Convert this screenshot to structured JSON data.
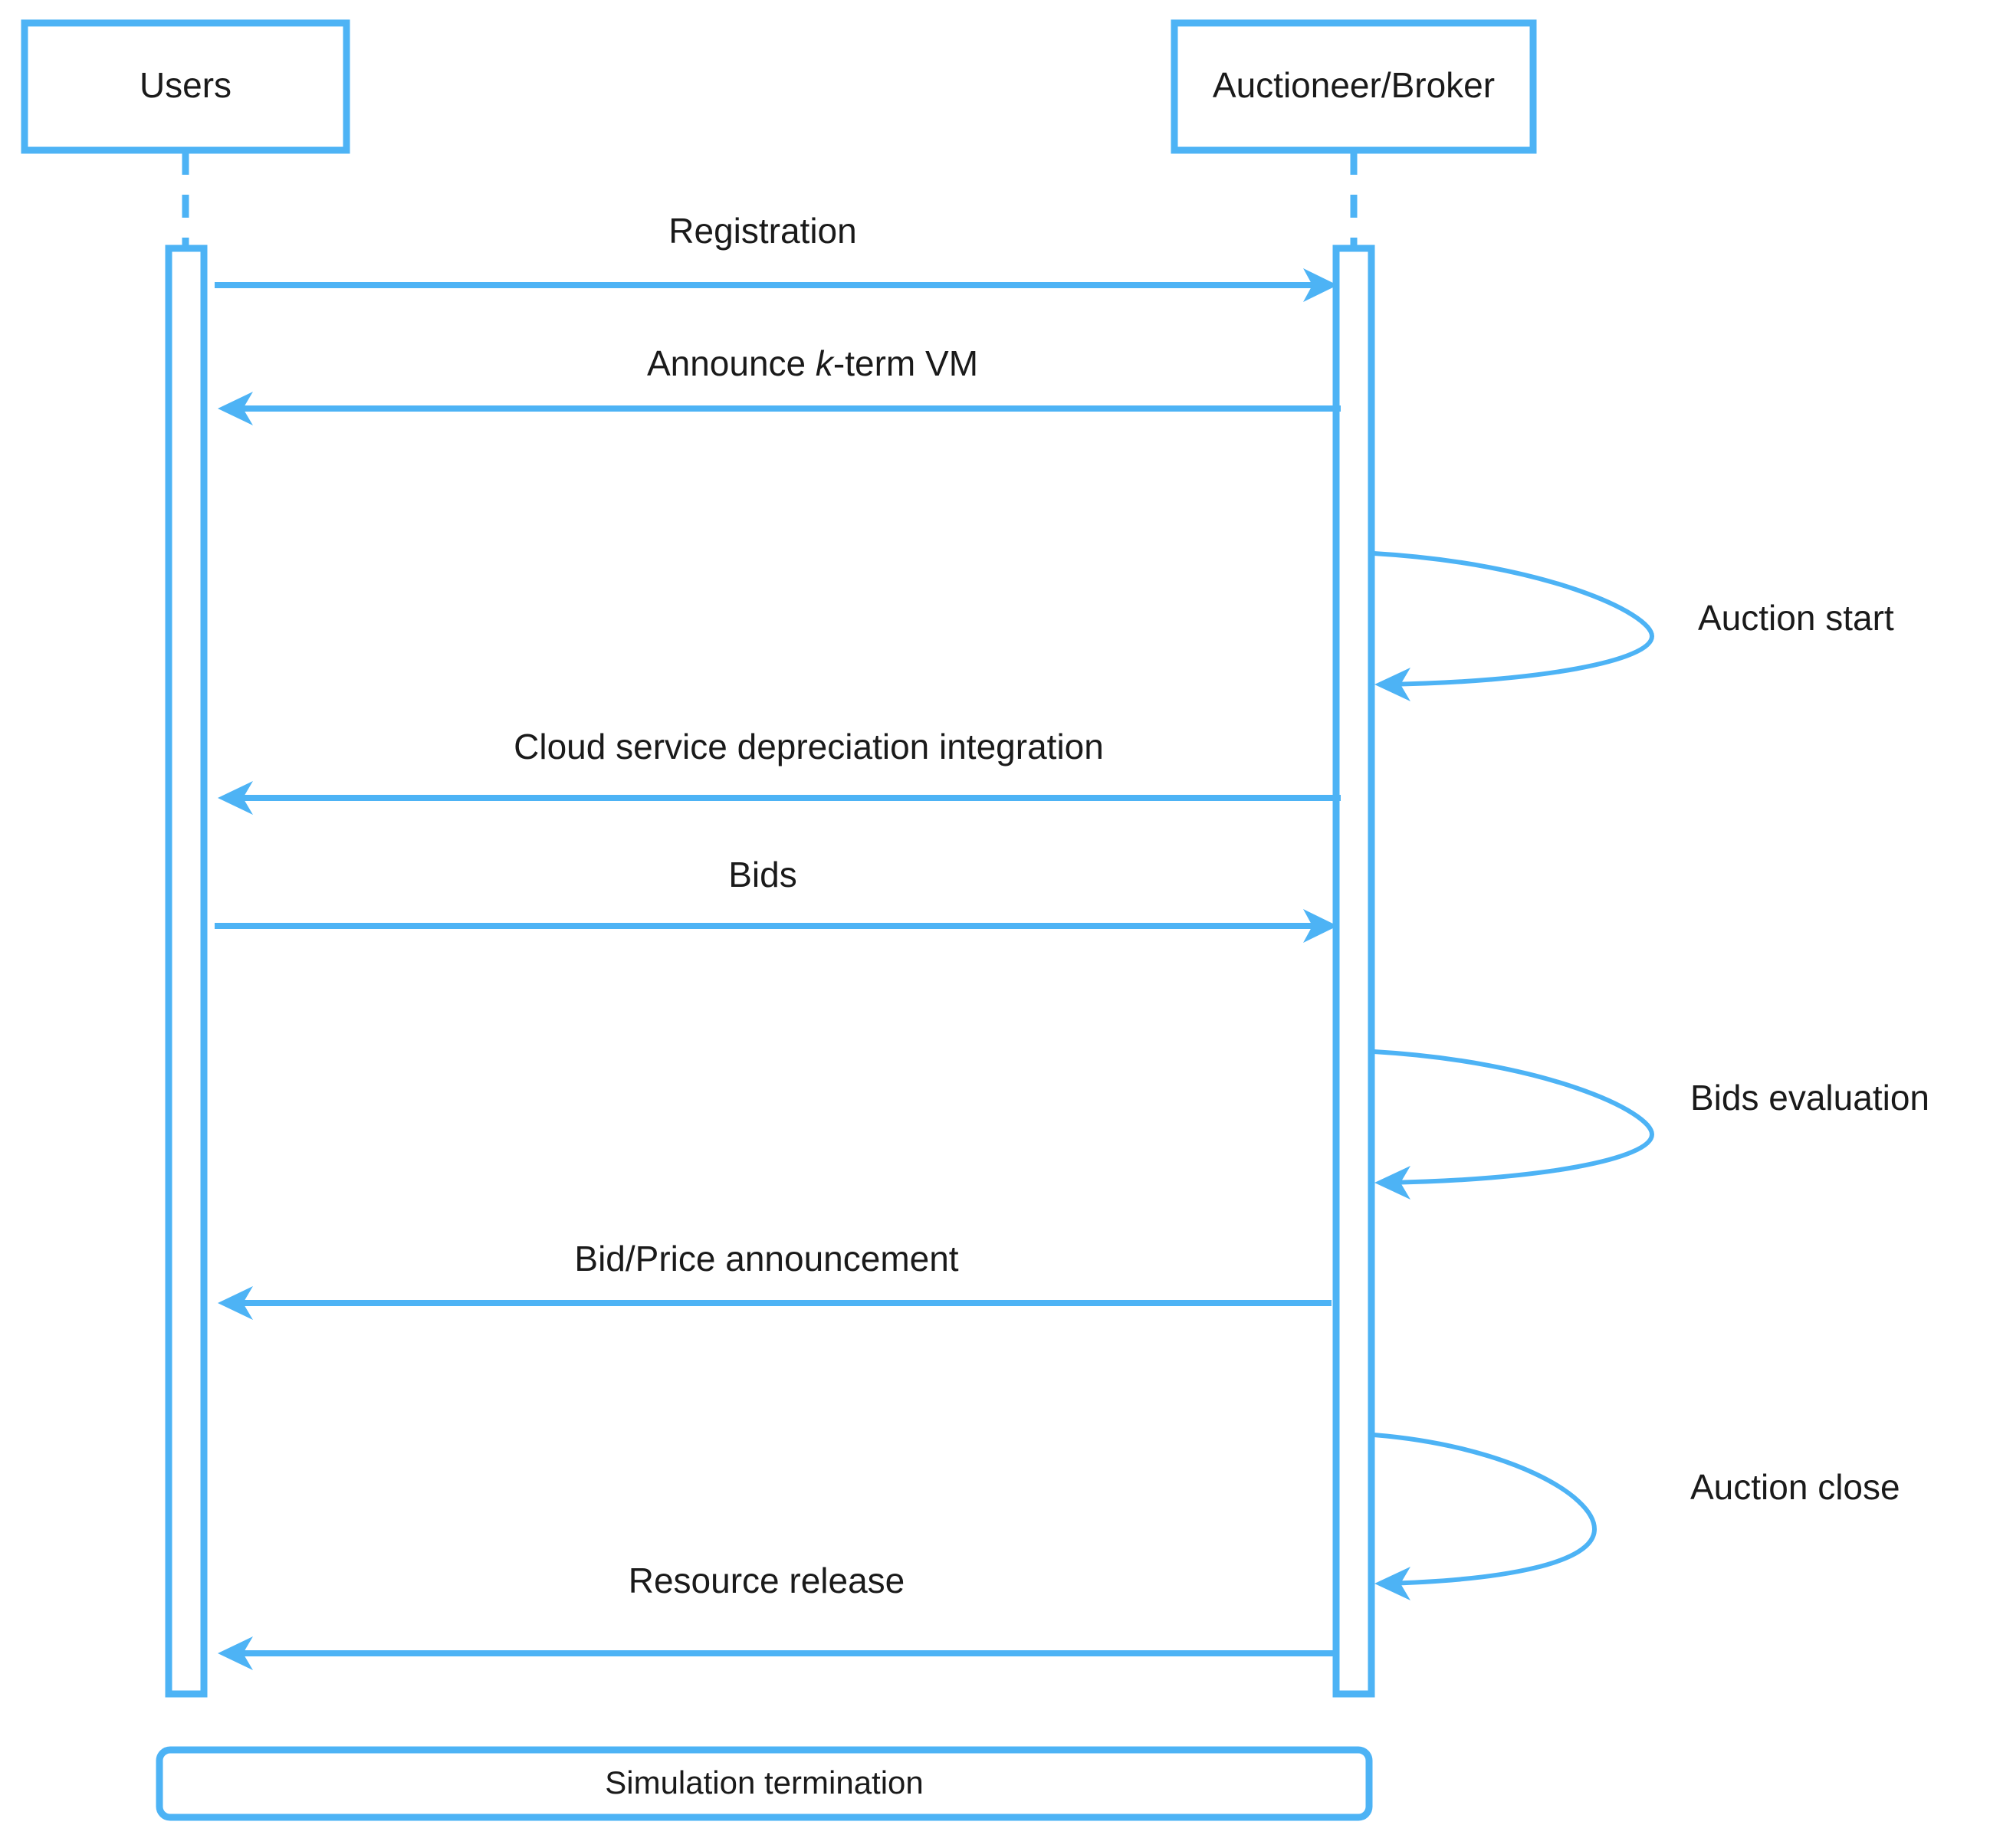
{
  "diagram": {
    "type": "uml-sequence-diagram",
    "accent_color": "#4db3f5",
    "text_color": "#1a1a1a",
    "background_color": "#ffffff",
    "lifelines": [
      {
        "id": "users",
        "label": "Users"
      },
      {
        "id": "auctioneer",
        "label": "Auctioneer/Broker"
      }
    ],
    "messages": [
      {
        "id": "m1",
        "label": "Registration",
        "label_html": "Registration",
        "from": "users",
        "to": "auctioneer",
        "direction": "right"
      },
      {
        "id": "m2",
        "label": "Announce k-term VM",
        "label_html": "Announce <tspan class=\"ital\">k</tspan>-term VM",
        "from": "auctioneer",
        "to": "users",
        "direction": "left"
      },
      {
        "id": "m3",
        "label": "Cloud service depreciation integration",
        "label_html": "Cloud service depreciation integration",
        "from": "auctioneer",
        "to": "users",
        "direction": "left"
      },
      {
        "id": "m4",
        "label": "Bids",
        "label_html": "Bids",
        "from": "users",
        "to": "auctioneer",
        "direction": "right"
      },
      {
        "id": "m5",
        "label": "Bid/Price announcement",
        "label_html": "Bid/Price announcement",
        "from": "auctioneer",
        "to": "users",
        "direction": "left"
      },
      {
        "id": "m6",
        "label": "Resource release",
        "label_html": "Resource release",
        "from": "auctioneer",
        "to": "users",
        "direction": "left"
      }
    ],
    "self_messages": [
      {
        "id": "s1",
        "label": "Auction start",
        "on": "auctioneer"
      },
      {
        "id": "s2",
        "label": "Bids evaluation",
        "on": "auctioneer"
      },
      {
        "id": "s3",
        "label": "Auction close",
        "on": "auctioneer"
      }
    ],
    "footer_note": {
      "id": "n1",
      "label": "Simulation termination"
    }
  }
}
